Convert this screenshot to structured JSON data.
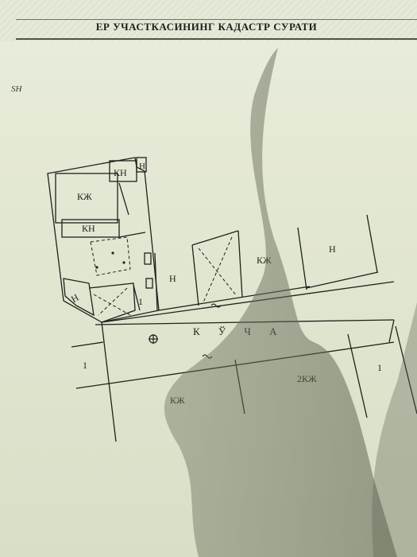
{
  "document": {
    "title": "ЕР УЧАСТКАСИНИНГ КАДАСТР СУРАТИ",
    "corner_mark": "SH"
  },
  "plan": {
    "labels": {
      "main_house": "КЖ",
      "top_annex": "КН",
      "tiny_n_top": "Н",
      "under_house": "КН",
      "left_n": "Н",
      "small_one": "1",
      "yard_n": "Н",
      "lot_kzh": "КЖ",
      "lot_n_right": "Н",
      "street_name": "К Ў Ч А",
      "left_one": "1",
      "bottom_kzh": "КЖ",
      "right_2kzh": "2КЖ",
      "far_right_one": "1"
    }
  }
}
